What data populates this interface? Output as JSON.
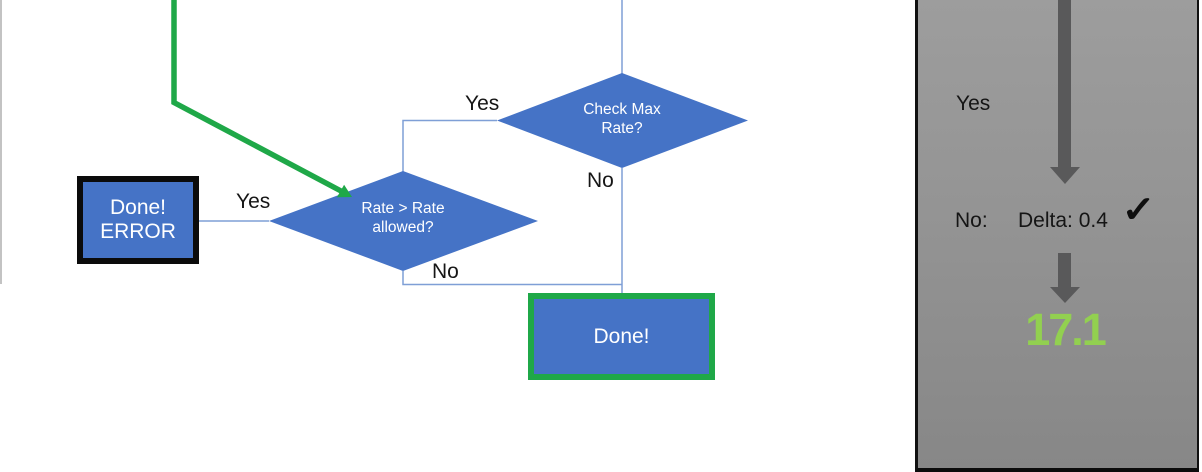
{
  "flowchart": {
    "decisions": {
      "check_max_rate": {
        "lines": [
          "Check Max",
          "Rate?"
        ]
      },
      "rate_allowed": {
        "lines": [
          "Rate > Rate",
          "allowed?"
        ]
      }
    },
    "terminals": {
      "error": {
        "lines": [
          "Done!",
          "ERROR"
        ]
      },
      "done": {
        "label": "Done!"
      }
    },
    "edge_labels": {
      "check_max_yes": "Yes",
      "check_max_no": "No",
      "rate_allowed_yes": "Yes",
      "rate_allowed_no": "No"
    },
    "colors": {
      "node_fill": "#4573C6",
      "connector_blue": "#7F9FD6",
      "arrow_green": "#1FA848",
      "error_border_black": "#0B0B0B"
    }
  },
  "side_panel": {
    "yes_label": "Yes",
    "no_label": "No:",
    "delta_label": "Delta: 0.4",
    "checkmark": "✓",
    "result_value": "17.1",
    "colors": {
      "panel_gray": "#929292",
      "arrow_gray": "#59595A",
      "result_green": "#92D050"
    }
  }
}
